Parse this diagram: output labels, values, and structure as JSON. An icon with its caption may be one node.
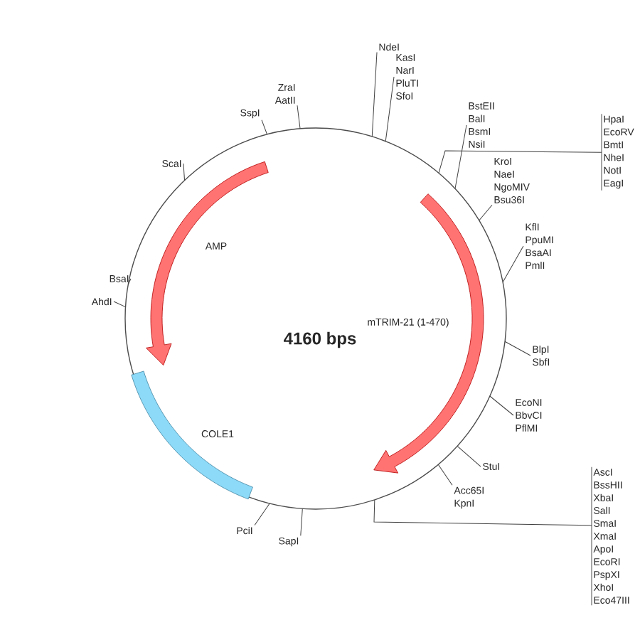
{
  "diagram": {
    "nodes": [
      {
        "text": [
          "NdeI"
        ]
      },
      {
        "text": [
          "KasI",
          "NarI",
          "PluTI",
          "SfoI"
        ]
      },
      {
        "text": [
          "ZraI",
          "AatII"
        ]
      },
      {
        "text": [
          "SspI"
        ]
      },
      {
        "text": [
          "ScaI"
        ]
      },
      {
        "text": [
          "BsaI"
        ]
      },
      {
        "text": [
          "AhdI"
        ]
      },
      {
        "text": [
          "BstEII",
          "BalI",
          "BsmI",
          "NsiI"
        ]
      },
      {
        "text": [
          "HpaI",
          "EcoRV",
          "BmtI",
          "NheI",
          "NotI",
          "EagI"
        ]
      },
      {
        "text": [
          "KroI",
          "NaeI",
          "NgoMIV",
          "Bsu36I"
        ]
      },
      {
        "text": [
          "KflI",
          "PpuMI",
          "BsaAI",
          "PmlI"
        ]
      },
      {
        "text": [
          "BlpI",
          "SbfI"
        ]
      },
      {
        "text": [
          "EcoNI",
          "BbvCI",
          "PflMI"
        ]
      },
      {
        "text": [
          "StuI"
        ]
      },
      {
        "text": [
          "Acc65I",
          "KpnI"
        ]
      },
      {
        "text": [
          "AscI",
          "BssHII",
          "XbaI",
          "SalI",
          "SmaI",
          "XmaI",
          "ApoI",
          "EcoRI",
          "PspXI",
          "XhoI",
          "Eco47III"
        ]
      },
      {
        "text": [
          "PciI"
        ]
      },
      {
        "text": [
          "SapI"
        ]
      }
    ],
    "edges": [
      {
        "from": 0,
        "to": null,
        "arrow": "none"
      },
      {
        "from": 1,
        "to": null,
        "arrow": "none"
      },
      {
        "from": 2,
        "to": null,
        "arrow": "none"
      },
      {
        "from": 3,
        "to": null,
        "arrow": "none"
      },
      {
        "from": 4,
        "to": null,
        "arrow": "none"
      },
      {
        "from": 5,
        "to": null,
        "arrow": "none"
      },
      {
        "from": 6,
        "to": null,
        "arrow": "none"
      },
      {
        "from": 7,
        "to": null,
        "arrow": "none"
      },
      {
        "from": 8,
        "to": null,
        "arrow": "none"
      },
      {
        "from": 9,
        "to": null,
        "arrow": "none"
      },
      {
        "from": 10,
        "to": null,
        "arrow": "none"
      },
      {
        "from": 11,
        "to": null,
        "arrow": "none"
      },
      {
        "from": 12,
        "to": null,
        "arrow": "none"
      },
      {
        "from": 13,
        "to": null,
        "arrow": "none"
      },
      {
        "from": 14,
        "to": null,
        "arrow": "none"
      },
      {
        "from": 15,
        "to": null,
        "arrow": "none"
      },
      {
        "from": 16,
        "to": null,
        "arrow": "none"
      },
      {
        "from": 17,
        "to": null,
        "arrow": "none"
      }
    ],
    "labels": [
      "4160 bps",
      "AMP",
      "mTRIM-21 (1-470)",
      "COLE1"
    ]
  }
}
